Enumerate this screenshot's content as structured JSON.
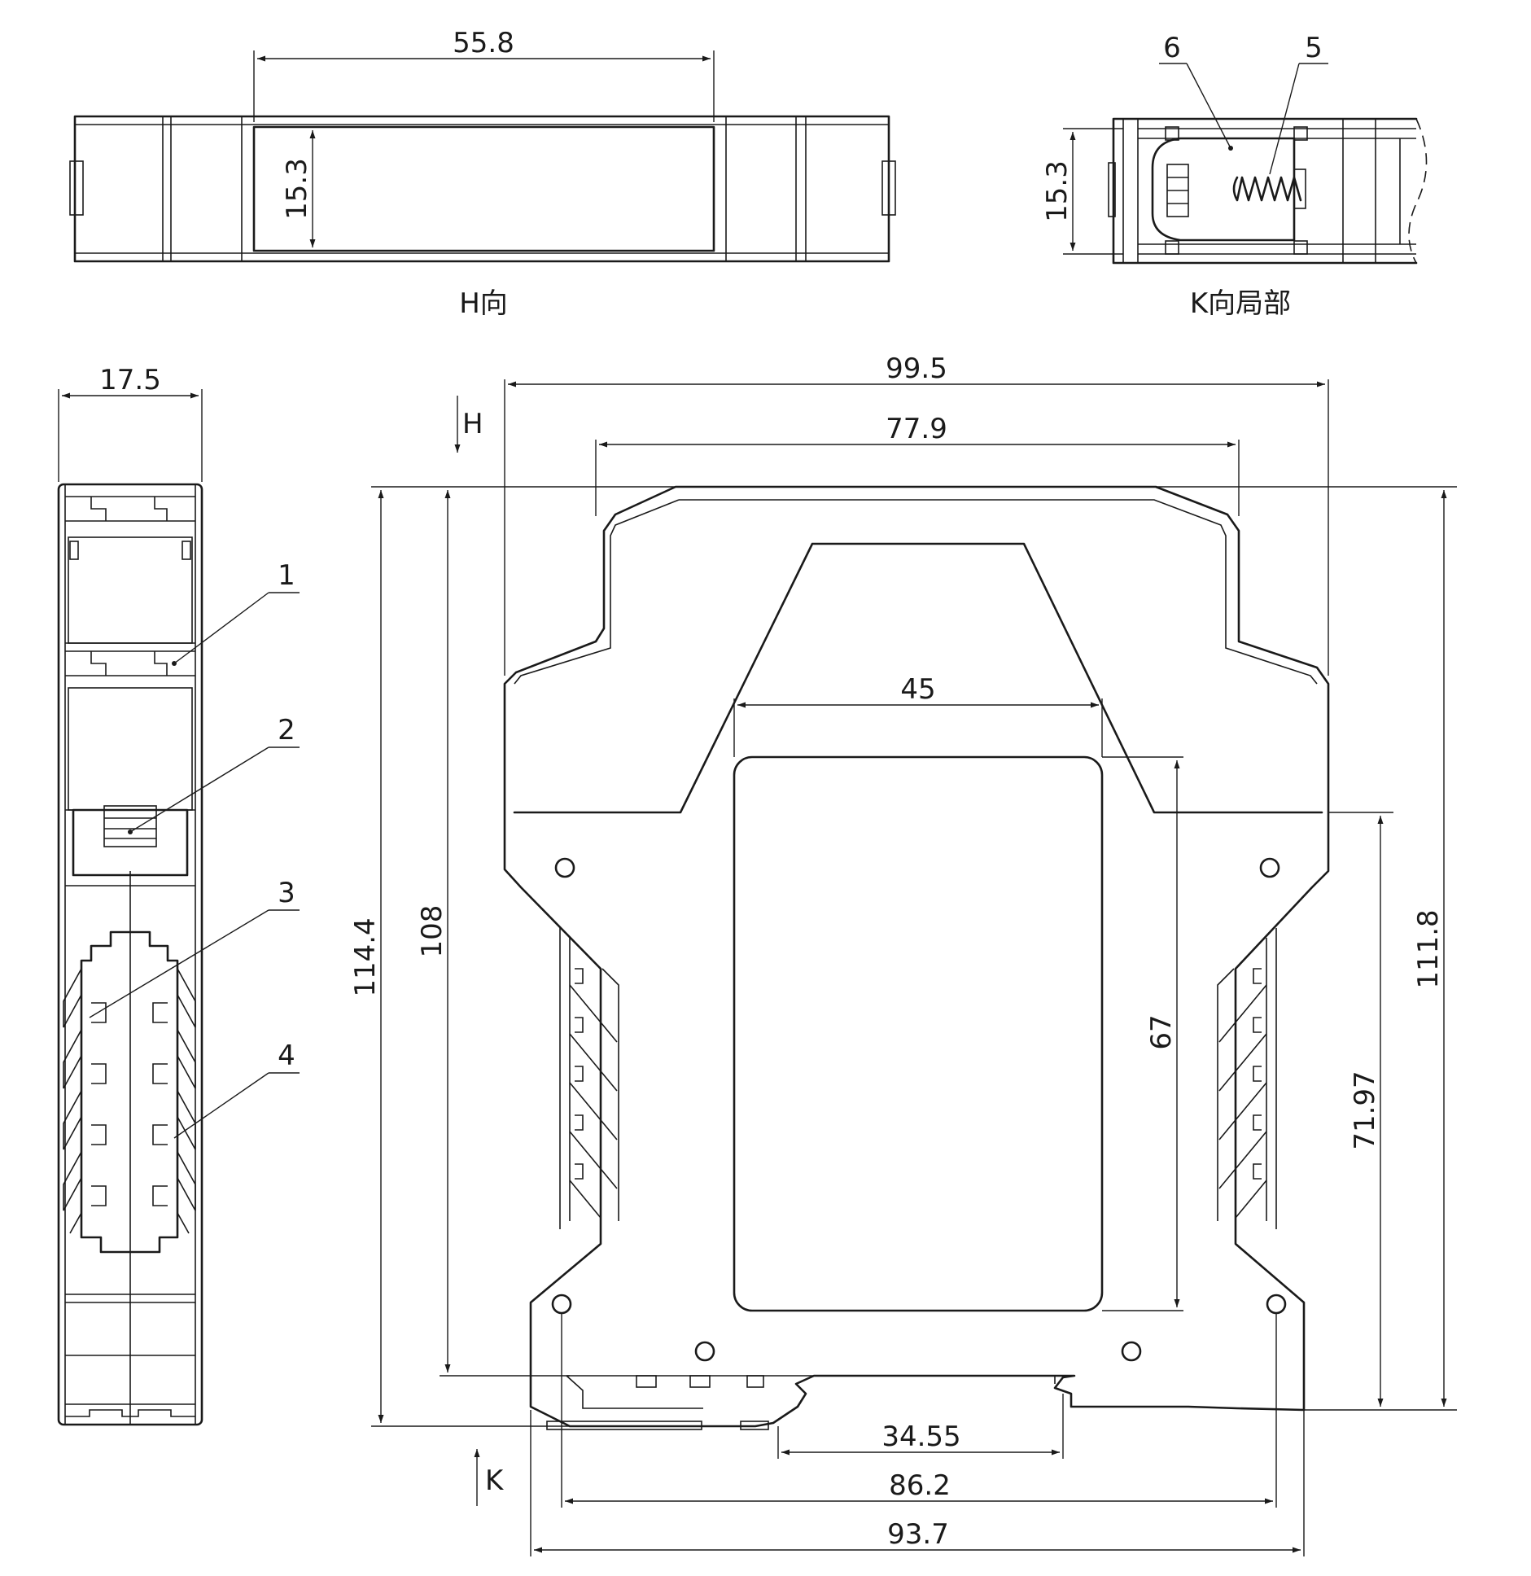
{
  "views": {
    "h_view": {
      "caption": "H向"
    },
    "k_view": {
      "caption": "K向局部"
    }
  },
  "dimensions": {
    "h_width": "55.8",
    "h_height": "15.3",
    "k_height": "15.3",
    "side_width": "17.5",
    "overall_width": "99.5",
    "top_width": "77.9",
    "window_width": "45",
    "height_total": "114.4",
    "height_108": "108",
    "window_height": "67",
    "height_right": "111.8",
    "rail_height": "71.97",
    "rail_offset": "34.55",
    "base_inner": "86.2",
    "base_outer": "93.7"
  },
  "arrows": {
    "h_arrow": "H",
    "k_arrow": "K"
  },
  "callouts": [
    "1",
    "2",
    "3",
    "4",
    "5",
    "6"
  ]
}
